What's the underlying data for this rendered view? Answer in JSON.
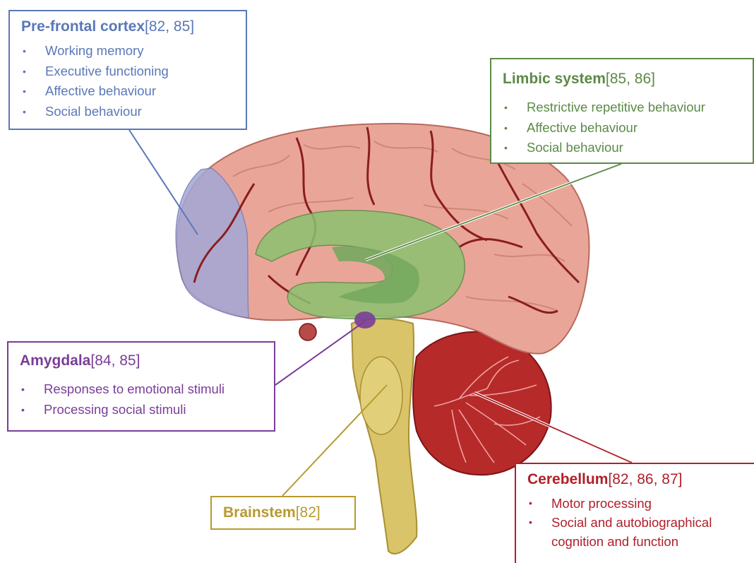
{
  "colors": {
    "prefrontal": "#5a78b8",
    "limbic": "#5b8a46",
    "amygdala": "#7a3d98",
    "brainstem": "#b79a30",
    "cerebellum": "#b0202a",
    "cortex": "#e8a89a",
    "vessel": "#8a1c22"
  },
  "boxes": {
    "prefrontal": {
      "name": "Pre-frontal cortex",
      "refs": "[82, 85]",
      "items": [
        "Working memory",
        "Executive functioning",
        "Affective behaviour",
        "Social behaviour"
      ]
    },
    "limbic": {
      "name": "Limbic system",
      "refs": "[85, 86]",
      "items": [
        "Restrictive repetitive behaviour",
        "Affective behaviour",
        "Social behaviour"
      ]
    },
    "amygdala": {
      "name": "Amygdala",
      "refs": "[84, 85]",
      "items": [
        "Responses to emotional stimuli",
        "Processing social stimuli"
      ]
    },
    "brainstem": {
      "name": "Brainstem",
      "refs": "[82]"
    },
    "cerebellum": {
      "name": "Cerebellum",
      "refs": "[82, 86, 87]",
      "items": [
        "Motor processing",
        "Social and autobiographical cognition and function"
      ]
    }
  }
}
